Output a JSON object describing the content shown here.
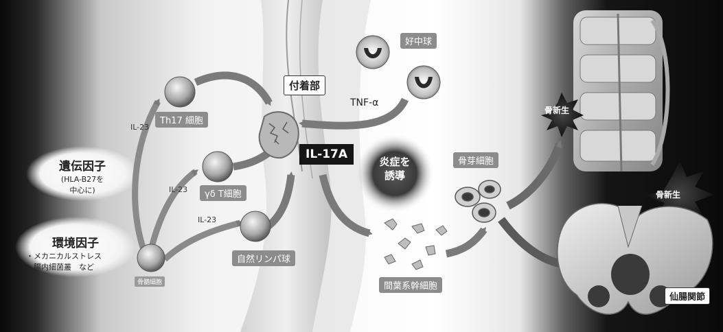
{
  "labels": {
    "neutrophil": "好中球",
    "enthesis": "付着部",
    "tnf": "TNF-α",
    "th17": "Th17 細胞",
    "il23_1": "IL-23",
    "il23_2": "IL-23",
    "il23_3": "IL-23",
    "gdt": "γδ T細胞",
    "il17a": "IL-17A",
    "inflammation_line1": "炎症を",
    "inflammation_line2": "誘導",
    "osteoblast": "骨芽細胞",
    "bone_formation_1": "骨新生",
    "bone_formation_2": "骨新生",
    "genetic_title": "遺伝因子",
    "genetic_sub1": "(HLA-B27を",
    "genetic_sub2": "中心に)",
    "env_title": "環境因子",
    "env_item1": "・メカニカルストレス",
    "env_item2": "・腸内細菌叢　など",
    "bone_marrow_cell": "骨髄細胞",
    "innate_lymphoid": "自然リンパ球",
    "msc": "間葉系幹細胞",
    "si_joint": "仙腸関節"
  },
  "colors": {
    "dark": "#1a1a1a",
    "gray": "#8c8c8c",
    "white": "#ffffff"
  }
}
